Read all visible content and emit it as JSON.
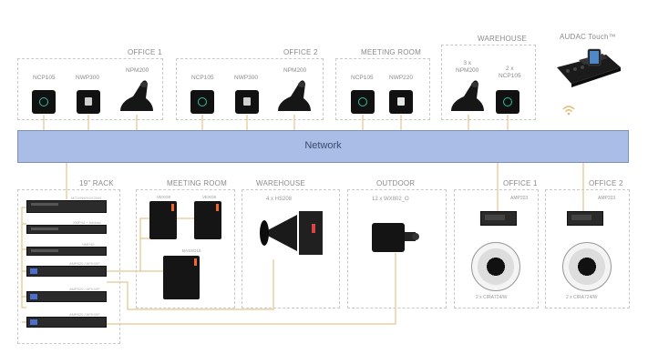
{
  "network": {
    "label": "Network"
  },
  "zones_top": {
    "office1": {
      "title": "OFFICE 1",
      "devices": [
        "NCP105",
        "NWP300",
        "NPM200"
      ]
    },
    "office2": {
      "title": "OFFICE 2",
      "devices": [
        "NCP105",
        "NWP300",
        "NPM200"
      ]
    },
    "meeting_room": {
      "title": "MEETING ROOM",
      "devices": [
        "NCP105",
        "NWP220"
      ]
    },
    "warehouse": {
      "title": "WAREHOUSE",
      "devices": [
        "3 x\nNPM200",
        "2 x\nNCP105"
      ]
    },
    "touch": {
      "title": "AUDAC Touch™"
    }
  },
  "zones_bottom": {
    "rack": {
      "title": "19\" RACK",
      "units": [
        "MCU/NWX4X2000",
        "XMP44 + Addons",
        "NMP40",
        "AMP520 / APX4XF",
        "AMP520 / APX4XF",
        "AMP520 / APX4XF"
      ]
    },
    "meeting_room": {
      "title": "MEETING ROOM",
      "labels": [
        "VEXO8",
        "VEXO8",
        "BASSO15"
      ]
    },
    "warehouse": {
      "title": "WAREHOUSE",
      "label": "4 x HS208"
    },
    "outdoor": {
      "title": "OUTDOOR",
      "label": "12 x WX802_O"
    },
    "office1": {
      "title": "OFFICE 1",
      "amp": "AMP203",
      "speakers": "2 x CIRA724/W"
    },
    "office2": {
      "title": "OFFICE 2",
      "amp": "AMP203",
      "speakers": "2 x CIRA724/W"
    }
  },
  "colors": {
    "network_fill": "#a9bde6",
    "wire": "#e2b871",
    "accent_led": "#2fbfa0"
  }
}
